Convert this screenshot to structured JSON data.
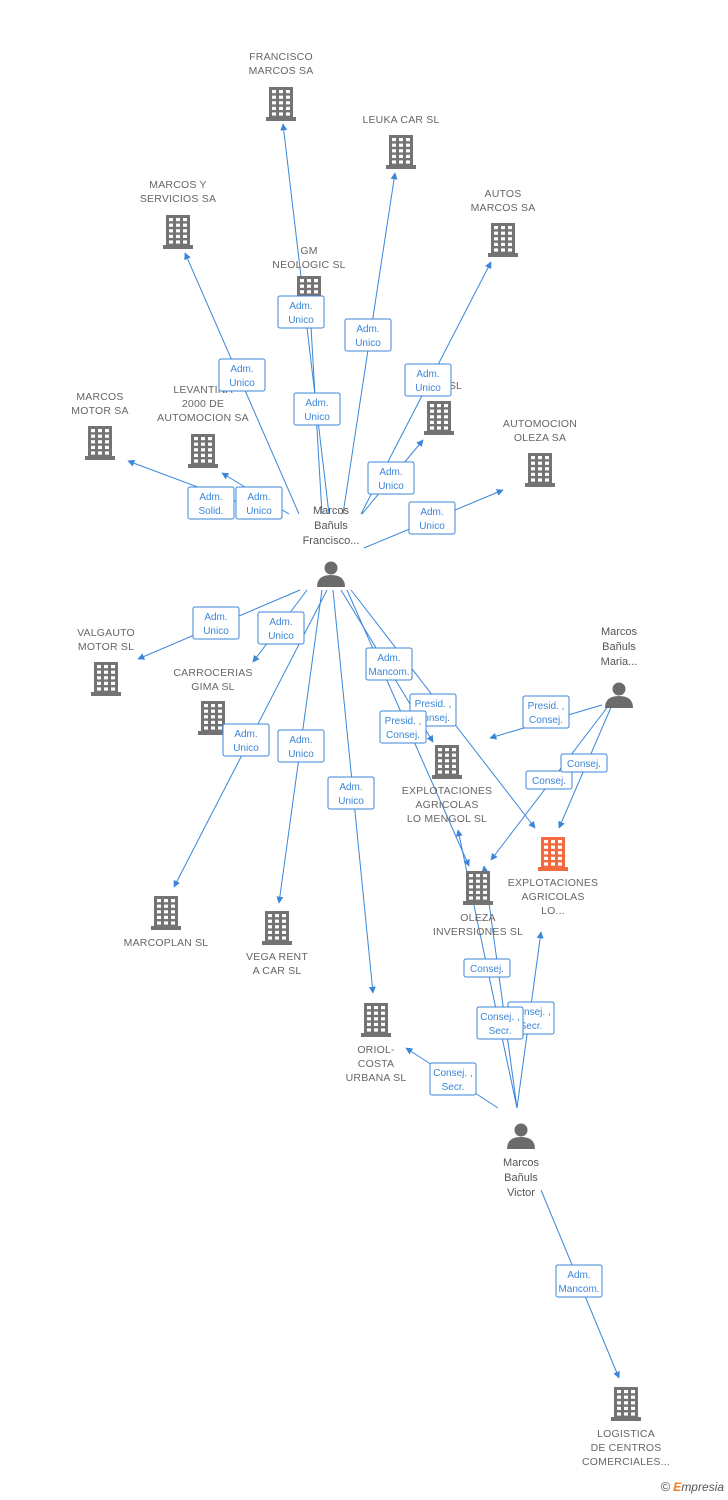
{
  "colors": {
    "edge": "#3b86d8",
    "building": "#737373",
    "building_highlight": "#f26a3d",
    "person": "#6b6b6b"
  },
  "companies": [
    {
      "id": "francisco_marcos",
      "lines": [
        "FRANCISCO",
        "MARCOS SA"
      ]
    },
    {
      "id": "leuka",
      "lines": [
        "LEUKA CAR  SL"
      ]
    },
    {
      "id": "marcos_servicios",
      "lines": [
        "MARCOS Y",
        "SERVICIOS SA"
      ]
    },
    {
      "id": "autos_marcos",
      "lines": [
        "AUTOS",
        "MARCOS SA"
      ]
    },
    {
      "id": "gm_neologic",
      "lines": [
        "GM",
        "NEOLOGIC SL"
      ]
    },
    {
      "id": "casa_ia",
      "lines": [
        "IA",
        "CA       AL SL"
      ]
    },
    {
      "id": "marcos_motor",
      "lines": [
        "MARCOS",
        "MOTOR SA"
      ]
    },
    {
      "id": "levantina",
      "lines": [
        "LEVANTINA",
        "2000 DE",
        "AUTOMOCION SA"
      ]
    },
    {
      "id": "automocion_oleza",
      "lines": [
        "AUTOMOCION",
        "OLEZA SA"
      ]
    },
    {
      "id": "valgauto",
      "lines": [
        "VALGAUTO",
        "MOTOR SL"
      ]
    },
    {
      "id": "carrocerias",
      "lines": [
        "CARROCERIAS",
        "GIMA SL"
      ]
    },
    {
      "id": "expl_mengol",
      "lines": [
        "EXPLOTACIONES",
        "AGRICOLAS",
        "LO MENGOL SL"
      ]
    },
    {
      "id": "expl_lo",
      "lines": [
        "EXPLOTACIONES",
        "AGRICOLAS",
        "LO..."
      ],
      "highlight": true
    },
    {
      "id": "oleza_inv",
      "lines": [
        "OLEZA",
        "INVERSIONES SL"
      ]
    },
    {
      "id": "marcoplan",
      "lines": [
        "MARCOPLAN SL"
      ]
    },
    {
      "id": "vega_rent",
      "lines": [
        "VEGA RENT",
        "A CAR SL"
      ]
    },
    {
      "id": "oriol",
      "lines": [
        "ORIOL-",
        "COSTA",
        "URBANA  SL"
      ]
    },
    {
      "id": "logistica",
      "lines": [
        "LOGISTICA",
        "DE CENTROS",
        "COMERCIALES..."
      ]
    }
  ],
  "people": [
    {
      "id": "francisco",
      "lines": [
        "Marcos",
        "Bañuls",
        "Francisco..."
      ]
    },
    {
      "id": "maria",
      "lines": [
        "Marcos",
        "Bañuls",
        "Maria..."
      ]
    },
    {
      "id": "victor",
      "lines": [
        "Marcos",
        "Bañuls",
        "Victor"
      ]
    }
  ],
  "roles": [
    {
      "lines": [
        "Adm.",
        "Unico"
      ]
    },
    {
      "lines": [
        "Adm.",
        "Unico"
      ]
    },
    {
      "lines": [
        "Adm.",
        "Unico"
      ]
    },
    {
      "lines": [
        "Adm.",
        "Unico"
      ]
    },
    {
      "lines": [
        "Adm.",
        "Unico"
      ]
    },
    {
      "lines": [
        "Adm.",
        "Unico"
      ]
    },
    {
      "lines": [
        "Adm.",
        "Solid."
      ]
    },
    {
      "lines": [
        "Adm.",
        "Unico"
      ]
    },
    {
      "lines": [
        "Adm.",
        "Unico"
      ]
    },
    {
      "lines": [
        "Adm.",
        "Unico"
      ]
    },
    {
      "lines": [
        "Adm.",
        "Unico"
      ]
    },
    {
      "lines": [
        "Adm.",
        "Unico"
      ]
    },
    {
      "lines": [
        "Adm.",
        "Unico"
      ]
    },
    {
      "lines": [
        "Adm.",
        "Unico"
      ]
    },
    {
      "lines": [
        "Adm.",
        "Mancom."
      ]
    },
    {
      "lines": [
        "Presid. ,",
        "Consej."
      ]
    },
    {
      "lines": [
        "Presid. ,",
        "Consej."
      ]
    },
    {
      "lines": [
        "Presid. ,",
        "Consej."
      ]
    },
    {
      "lines": [
        "Consej."
      ]
    },
    {
      "lines": [
        "Consej."
      ]
    },
    {
      "lines": [
        "Consej."
      ]
    },
    {
      "lines": [
        "Consej. ,",
        "Secr."
      ]
    },
    {
      "lines": [
        "Consej. ,",
        "Secr."
      ]
    },
    {
      "lines": [
        "Consej. ,",
        "Secr."
      ]
    },
    {
      "lines": [
        "Adm.",
        "Mancom."
      ]
    },
    {
      "lines": [
        "Adm.",
        "Unico"
      ]
    }
  ],
  "footer": {
    "copyright": "©",
    "brand_first": "E",
    "brand_rest": "mpresia"
  }
}
